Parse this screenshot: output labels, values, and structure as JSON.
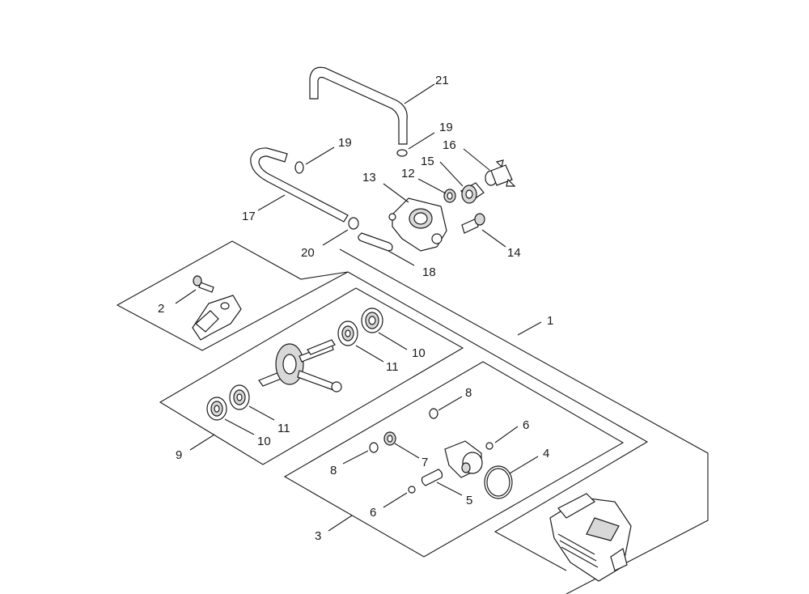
{
  "labels": {
    "c1": "1",
    "c2": "2",
    "c3": "3",
    "c4": "4",
    "c5": "5",
    "c6a": "6",
    "c6b": "6",
    "c7": "7",
    "c8a": "8",
    "c8b": "8",
    "c9": "9",
    "c10a": "10",
    "c10b": "10",
    "c11a": "11",
    "c11b": "11",
    "c12": "12",
    "c13": "13",
    "c14": "14",
    "c15": "15",
    "c16": "16",
    "c17": "17",
    "c18": "18",
    "c19a": "19",
    "c19b": "19",
    "c20": "20",
    "c21": "21"
  }
}
